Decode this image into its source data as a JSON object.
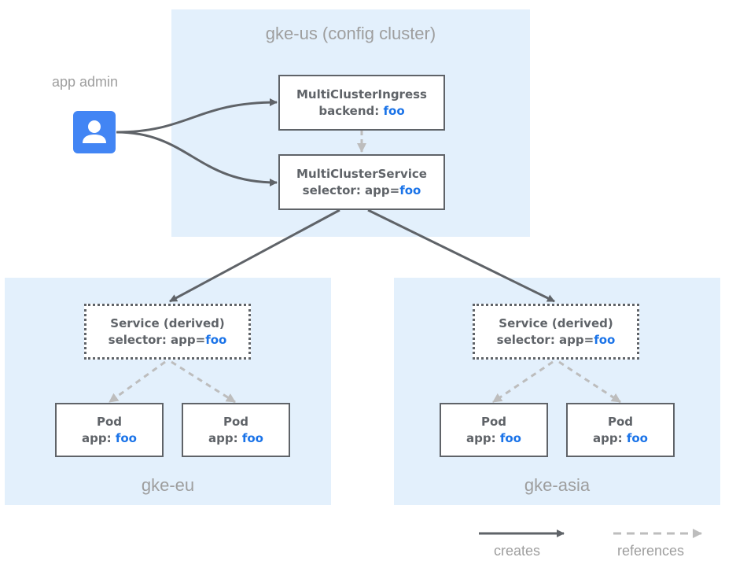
{
  "regions": {
    "config": {
      "label": "gke-us (config cluster)"
    },
    "eu": {
      "label": "gke-eu"
    },
    "asia": {
      "label": "gke-asia"
    }
  },
  "actor": {
    "label": "app admin",
    "icon": "user-icon",
    "color": "#4285f4"
  },
  "nodes": {
    "mci": {
      "title": "MultiClusterIngress",
      "key": "backend: ",
      "value": "foo"
    },
    "mcs": {
      "title": "MultiClusterService",
      "key": "selector: app=",
      "value": "foo"
    },
    "svc_eu": {
      "title": "Service (derived)",
      "key": "selector: app=",
      "value": "foo"
    },
    "svc_asia": {
      "title": "Service (derived)",
      "key": "selector: app=",
      "value": "foo"
    },
    "pod_eu_1": {
      "title": "Pod",
      "key": "app: ",
      "value": "foo"
    },
    "pod_eu_2": {
      "title": "Pod",
      "key": "app: ",
      "value": "foo"
    },
    "pod_asia_1": {
      "title": "Pod",
      "key": "app: ",
      "value": "foo"
    },
    "pod_asia_2": {
      "title": "Pod",
      "key": "app: ",
      "value": "foo"
    }
  },
  "legend": {
    "creates": "creates",
    "references": "references"
  },
  "colors": {
    "region": "#e3f0fc",
    "creates": "#5f6368",
    "references": "#bdbdbd",
    "highlight": "#1a73e8",
    "label": "#9e9e9e"
  }
}
